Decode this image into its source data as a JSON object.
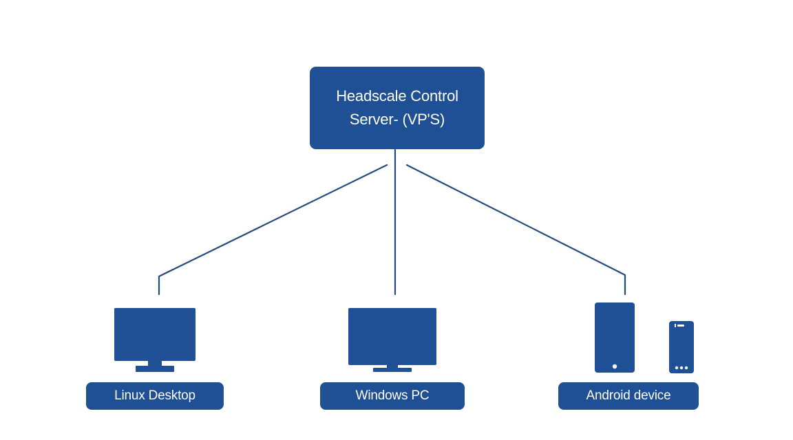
{
  "colors": {
    "primary": "#1f4f94",
    "line": "#234a80",
    "background": "#ffffff",
    "text_on_primary": "#ffffff"
  },
  "server": {
    "line1": "Headscale Control",
    "line2": "Server- (VP'S)"
  },
  "nodes": [
    {
      "label": "Linux Desktop",
      "icon": "desktop-monitor-icon"
    },
    {
      "label": "Windows PC",
      "icon": "desktop-monitor-icon"
    },
    {
      "label": "Android device",
      "icon": "tablet-and-phone-icon"
    }
  ]
}
